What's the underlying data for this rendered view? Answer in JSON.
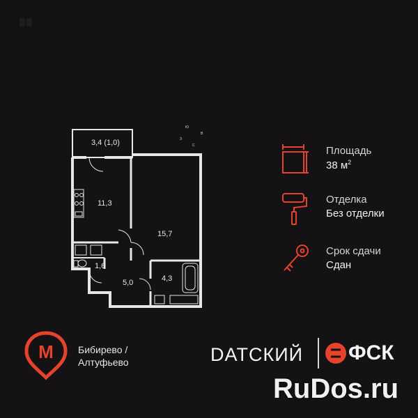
{
  "plan": {
    "rooms": [
      {
        "name": "balcony",
        "area": "3,4 (1,0)"
      },
      {
        "name": "kitchen",
        "area": "11,3"
      },
      {
        "name": "living",
        "area": "15,7"
      },
      {
        "name": "toilet",
        "area": "1,6"
      },
      {
        "name": "hall",
        "area": "5,0"
      },
      {
        "name": "bathroom",
        "area": "4,3"
      }
    ],
    "compass": [
      "Ю",
      "В",
      "З",
      "С"
    ]
  },
  "info": {
    "area": {
      "title": "Площадь",
      "value": "38 м",
      "unit_sup": "2"
    },
    "finish": {
      "title": "Отделка",
      "value": "Без отделки"
    },
    "delivery": {
      "title": "Срок сдачи",
      "value": "Сдан"
    }
  },
  "metro": {
    "line1": "Бибирево /",
    "line2": "Алтуфьево",
    "letter": "М"
  },
  "brand": {
    "name": "DATCКИЙ",
    "partner": "ФСК",
    "partner_glyph": "ФСК"
  },
  "watermark": {
    "text": "RuDos.ru"
  },
  "colors": {
    "accent": "#e5432b",
    "background": "#141214",
    "wall": "#e6e6e6"
  }
}
